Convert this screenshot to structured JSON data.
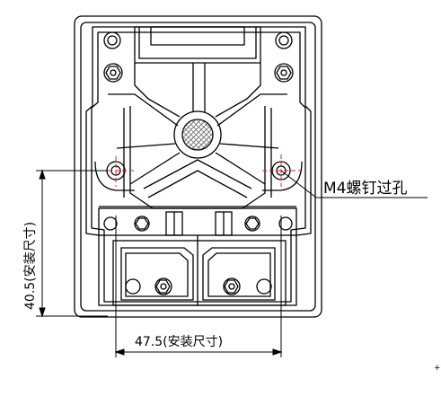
{
  "diagram": {
    "hole_callout": "M4螺钉过孔",
    "width_dimension": "47.5(安装尺寸)",
    "height_dimension": "40.5(安装尺寸)",
    "corner_mark": "+"
  },
  "colors": {
    "line": "#000000",
    "centerline": "#e02020",
    "hatch": "#555555"
  }
}
